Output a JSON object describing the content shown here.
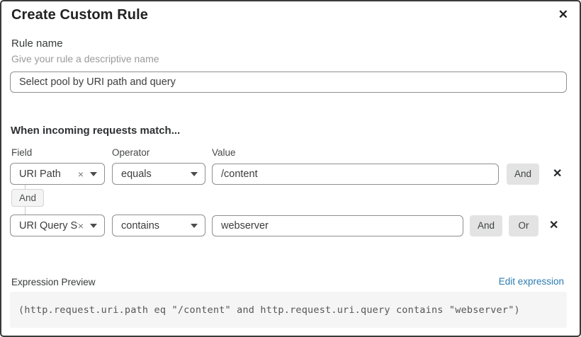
{
  "dialog": {
    "title": "Create Custom Rule"
  },
  "icons": {
    "close": "✕",
    "clear": "×",
    "delete_row": "✕"
  },
  "rule_name": {
    "label": "Rule name",
    "helper": "Give your rule a descriptive name",
    "value": "Select pool by URI path and query"
  },
  "match": {
    "heading": "When incoming requests match...",
    "columns": {
      "field": "Field",
      "operator": "Operator",
      "value": "Value"
    },
    "connector_label": "And",
    "rows": [
      {
        "field": "URI Path",
        "operator": "equals",
        "value": "/content",
        "buttons": [
          "And"
        ]
      },
      {
        "field": "URI Query St...",
        "operator": "contains",
        "value": "webserver",
        "buttons": [
          "And",
          "Or"
        ]
      }
    ]
  },
  "expression": {
    "label": "Expression Preview",
    "edit_link": "Edit expression",
    "preview": "(http.request.uri.path eq \"/content\" and http.request.uri.query contains \"webserver\")"
  },
  "colors": {
    "link": "#2c7cb0",
    "input_border": "#8f8f8f",
    "button_bg": "#e3e3e3",
    "code_bg": "#f5f5f5"
  }
}
